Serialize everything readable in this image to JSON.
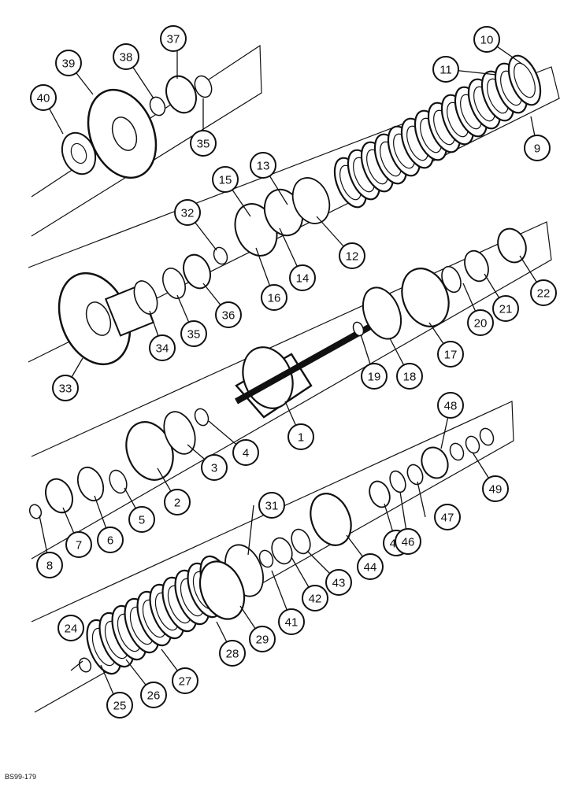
{
  "diagram": {
    "reference_code": "BS99-179",
    "callouts": [
      {
        "label": "1"
      },
      {
        "label": "2"
      },
      {
        "label": "3"
      },
      {
        "label": "4"
      },
      {
        "label": "5"
      },
      {
        "label": "6"
      },
      {
        "label": "7"
      },
      {
        "label": "8"
      },
      {
        "label": "9"
      },
      {
        "label": "10"
      },
      {
        "label": "11"
      },
      {
        "label": "12"
      },
      {
        "label": "13"
      },
      {
        "label": "14"
      },
      {
        "label": "15"
      },
      {
        "label": "16"
      },
      {
        "label": "17"
      },
      {
        "label": "18"
      },
      {
        "label": "19"
      },
      {
        "label": "20"
      },
      {
        "label": "21"
      },
      {
        "label": "22"
      },
      {
        "label": "24"
      },
      {
        "label": "25"
      },
      {
        "label": "26"
      },
      {
        "label": "27"
      },
      {
        "label": "28"
      },
      {
        "label": "29"
      },
      {
        "label": "31"
      },
      {
        "label": "32"
      },
      {
        "label": "33"
      },
      {
        "label": "34"
      },
      {
        "label": "35"
      },
      {
        "label": "35"
      },
      {
        "label": "36"
      },
      {
        "label": "37"
      },
      {
        "label": "38"
      },
      {
        "label": "39"
      },
      {
        "label": "40"
      },
      {
        "label": "41"
      },
      {
        "label": "42"
      },
      {
        "label": "43"
      },
      {
        "label": "44"
      },
      {
        "label": "45"
      },
      {
        "label": "46"
      },
      {
        "label": "47"
      },
      {
        "label": "48"
      },
      {
        "label": "49"
      }
    ]
  }
}
